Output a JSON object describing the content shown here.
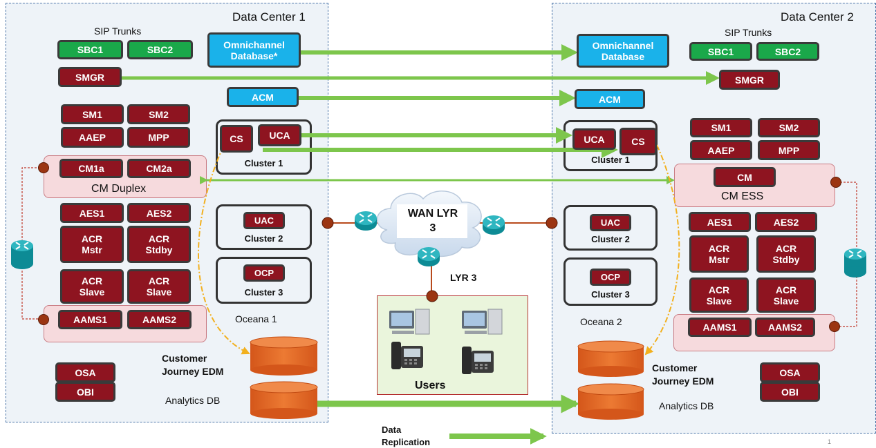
{
  "dc1": {
    "title": "Data Center 1",
    "sip_trunks": "SIP Trunks",
    "sbc1": "SBC1",
    "sbc2": "SBC2",
    "smgr": "SMGR",
    "omni": "Omnichannel Database*",
    "acm": "ACM",
    "sm1": "SM1",
    "sm2": "SM2",
    "aaep": "AAEP",
    "mpp": "MPP",
    "cm1a": "CM1a",
    "cm2a": "CM2a",
    "cm_group": "CM Duplex",
    "aes1": "AES1",
    "aes2": "AES2",
    "acr_mstr": "ACR Mstr",
    "acr_stdby": "ACR Stdby",
    "acr_slave1": "ACR Slave",
    "acr_slave2": "ACR Slave",
    "aams1": "AAMS1",
    "aams2": "AAMS2",
    "osa": "OSA",
    "obi": "OBI",
    "cs": "CS",
    "uca": "UCA",
    "cluster1": "Cluster 1",
    "uac": "UAC",
    "cluster2": "Cluster 2",
    "ocp": "OCP",
    "cluster3": "Cluster 3",
    "oceana": "Oceana 1",
    "cj_edm": "Customer Journey EDM",
    "analytics_db": "Analytics DB"
  },
  "dc2": {
    "title": "Data Center 2",
    "sip_trunks": "SIP Trunks",
    "sbc1": "SBC1",
    "sbc2": "SBC2",
    "smgr": "SMGR",
    "omni": "Omnichannel Database",
    "acm": "ACM",
    "sm1": "SM1",
    "sm2": "SM2",
    "aaep": "AAEP",
    "mpp": "MPP",
    "cm": "CM",
    "cm_group": "CM ESS",
    "aes1": "AES1",
    "aes2": "AES2",
    "acr_mstr": "ACR Mstr",
    "acr_stdby": "ACR Stdby",
    "acr_slave1": "ACR Slave",
    "acr_slave2": "ACR Slave",
    "aams1": "AAMS1",
    "aams2": "AAMS2",
    "osa": "OSA",
    "obi": "OBI",
    "uca": "UCA",
    "cs": "CS",
    "cluster1": "Cluster 1",
    "uac": "UAC",
    "cluster2": "Cluster 2",
    "ocp": "OCP",
    "cluster3": "Cluster 3",
    "oceana": "Oceana 2",
    "cj_edm": "Customer Journey EDM",
    "analytics_db": "Analytics DB"
  },
  "wan": {
    "title": "WAN LYR 3",
    "lyr3": "LYR 3",
    "users": "Users"
  },
  "legend": {
    "label": "Data Replication"
  },
  "page_number": "1",
  "colors": {
    "component_red": "#8e1420",
    "sbc_green": "#1aa84a",
    "db_blue": "#1ab2ea",
    "replication_green": "#7dc64c",
    "cylinder_orange": "#e0621f",
    "dashed_link_orange": "#f2b01e",
    "dc_background": "#eef3f8"
  },
  "icons": [
    "router-icon",
    "workstation-icon",
    "ip-phone-icon",
    "database-cylinder-icon",
    "cloud-icon"
  ]
}
